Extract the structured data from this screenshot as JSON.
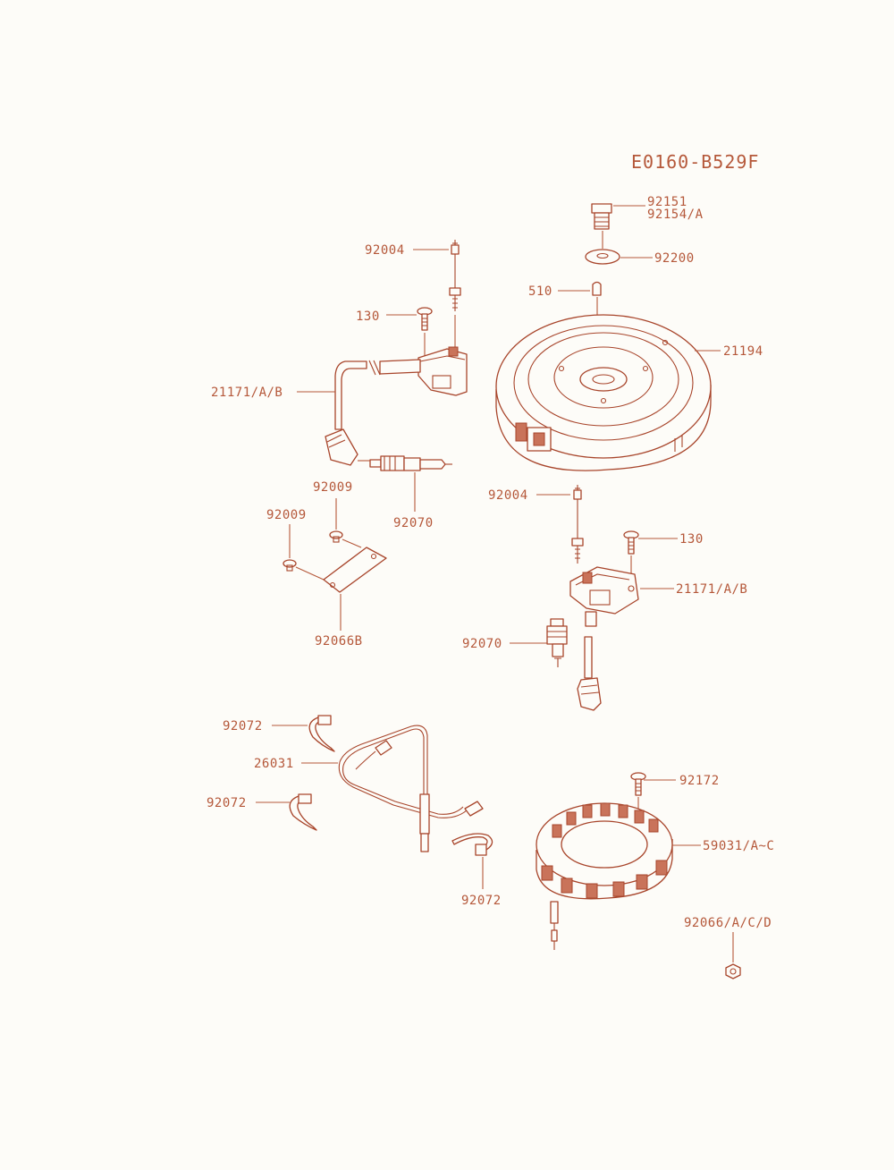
{
  "diagram_code": "E0160-B529F",
  "colors": {
    "ink": "#b5583a",
    "background": "#fdfcf8"
  },
  "labels": {
    "bolt_flywheel_1": "92151",
    "bolt_flywheel_2": "92154/A",
    "washer_flywheel": "92200",
    "key": "510",
    "flywheel": "21194",
    "stud_top": "92004",
    "screw_top": "130",
    "coil_top": "21171/A/B",
    "plug_top": "92070",
    "screw_plate_1": "92009",
    "screw_plate_2": "92009",
    "plate": "92066B",
    "stud_right": "92004",
    "screw_right": "130",
    "coil_right": "21171/A/B",
    "plug_right": "92070",
    "clamp_1": "92072",
    "harness": "26031",
    "clamp_2": "92072",
    "clamp_3": "92072",
    "screw_stator": "92172",
    "stator": "59031/A~C",
    "nut": "92066/A/C/D"
  }
}
